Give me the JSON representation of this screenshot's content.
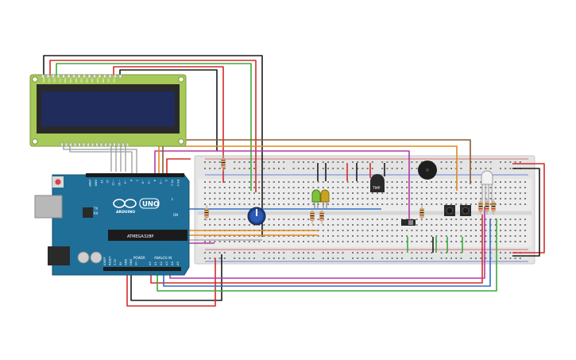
{
  "lcd": {
    "pin_labels": [
      "GND",
      "VCC",
      "SDA",
      "SCL",
      "DB0",
      "DB1",
      "DB2",
      "DB3",
      "DB4",
      "DB5",
      "DB6",
      "DB7",
      "LED",
      "LED"
    ]
  },
  "arduino": {
    "model_text": "UNO",
    "brand_text": "ARDUINO",
    "power_labels": [
      "IOREF",
      "RESET",
      "3.3V",
      "5V",
      "GND",
      "GND",
      "Vin"
    ],
    "analog_labels": [
      "A0",
      "A1",
      "A2",
      "A3",
      "A4",
      "A5"
    ],
    "power_header": "POWER",
    "analog_header": "ANALOG IN",
    "digital_labels": [
      "AREF",
      "GND",
      "13",
      "12",
      "~11",
      "~10",
      "~9",
      "8",
      "7",
      "~6",
      "~5",
      "4",
      "~3",
      "2",
      "TX 1",
      "RX 0"
    ],
    "status_labels": [
      "TX",
      "RX",
      "L",
      "ON"
    ],
    "chip_label": "ATMEGA328P"
  },
  "sensor": {
    "label": "TMP"
  },
  "colors": {
    "wire_red": "#d62a2a",
    "wire_black": "#1b1b1b",
    "wire_green": "#3aaa3a",
    "wire_orange": "#e08a1c",
    "wire_magenta": "#b23aa6",
    "wire_blue": "#2f6fc4",
    "wire_gray": "#9c9c9c",
    "wire_brown": "#8a5a2e",
    "board_teal": "#1f6f99",
    "lcd_frame": "#a7c957",
    "lcd_screen": "#1f2c5c",
    "breadboard": "#e6e6e6"
  }
}
